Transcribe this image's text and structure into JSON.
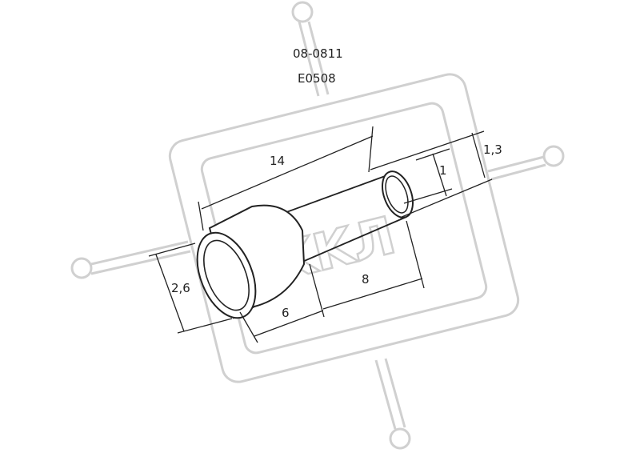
{
  "labels": {
    "article": "08-0811",
    "model": "E0508"
  },
  "dimensions": {
    "total_length": "14",
    "tube_length": "8",
    "sleeve_length": "6",
    "inner_diameter": "1",
    "tube_outer_diameter": "1,3",
    "sleeve_diameter": "2,6"
  },
  "watermark": {
    "text": "KKЛ"
  },
  "colors": {
    "line": "#222222",
    "watermark": "#d0d0d0",
    "background": "#ffffff"
  }
}
